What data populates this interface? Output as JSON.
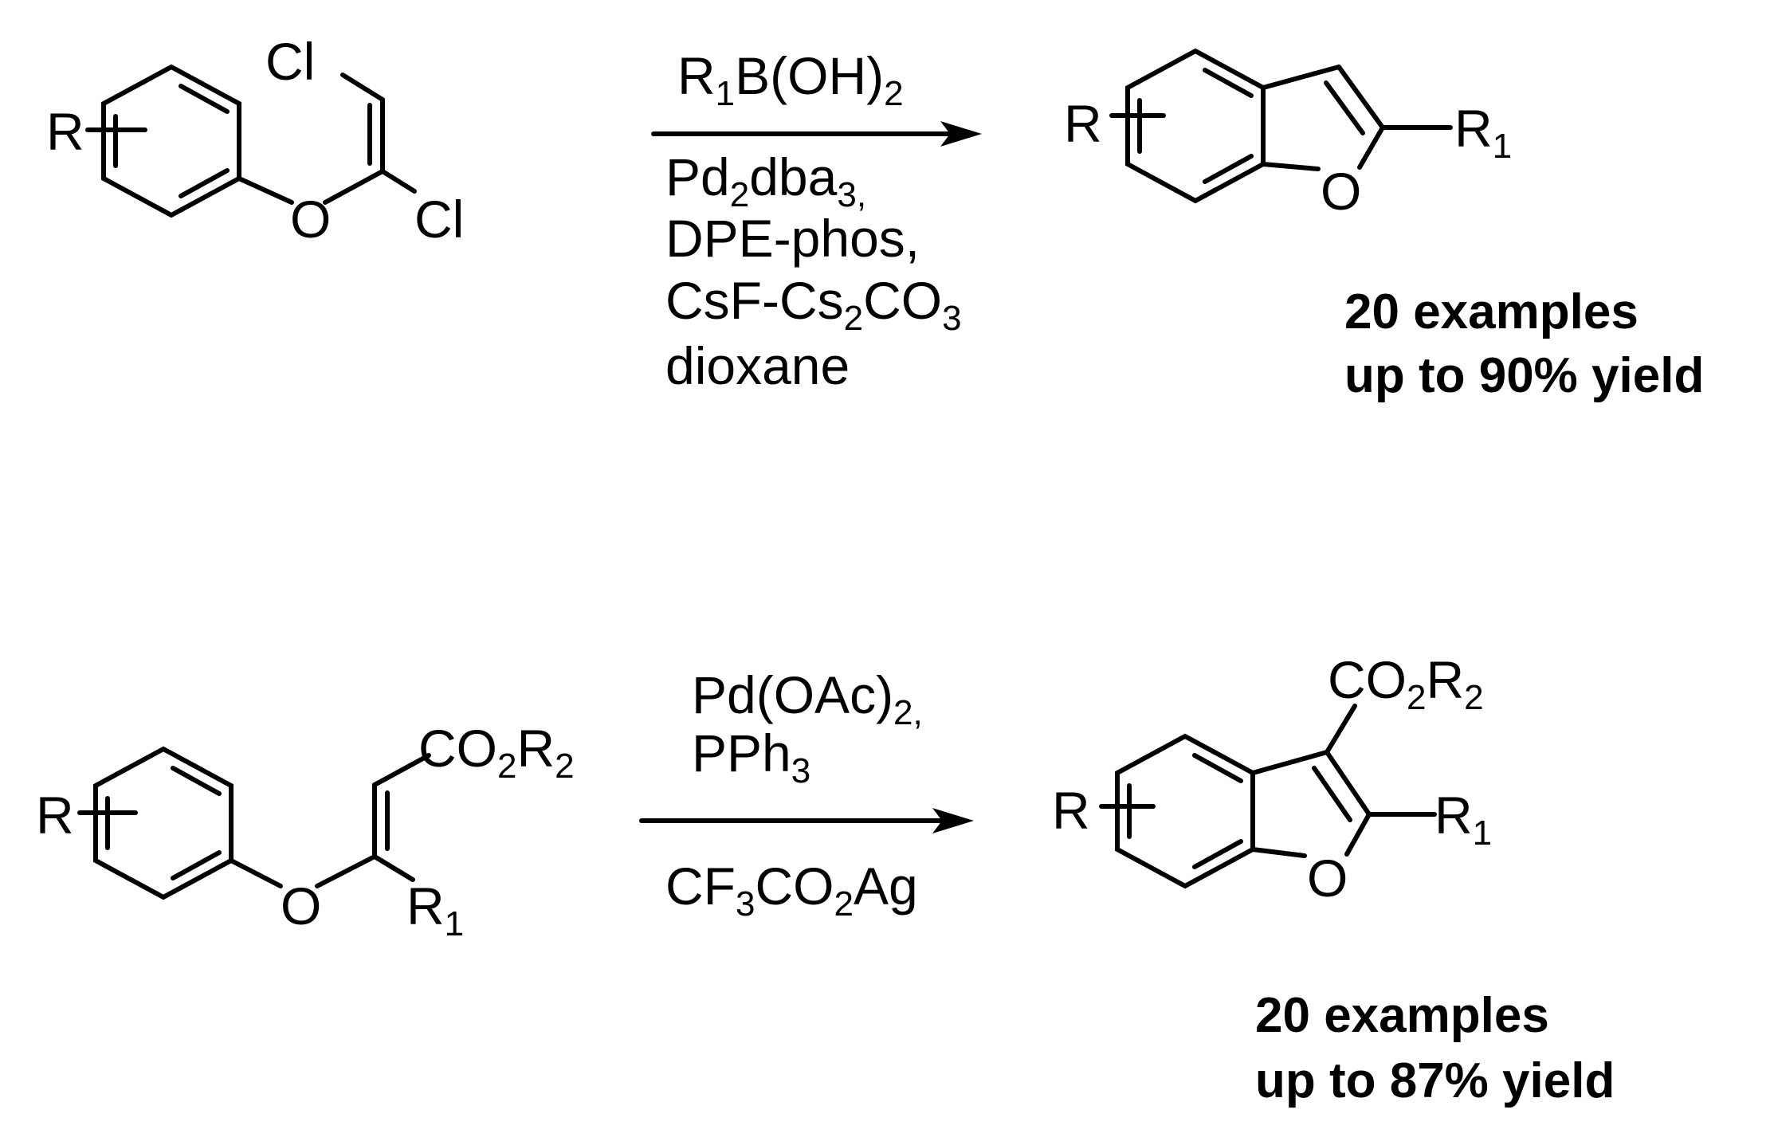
{
  "reaction_1": {
    "reactant": {
      "substituent": "R",
      "chloro_top": "Cl",
      "chloro_side": "Cl",
      "oxygen": "O"
    },
    "reagent_above": {
      "r": "R",
      "r_sub": "1",
      "main": "B(OH)",
      "main_sub": "2"
    },
    "conditions_below": [
      {
        "text": "Pd",
        "sub": "2",
        "text2": "dba",
        "sub2": "3,",
        "text3": ""
      },
      {
        "text": "DPE-phos,",
        "sub": "",
        "text2": "",
        "sub2": "",
        "text3": ""
      },
      {
        "text": "CsF-Cs",
        "sub": "2",
        "text2": "CO",
        "sub2": "3",
        "text3": ""
      },
      {
        "text": "dioxane",
        "sub": "",
        "text2": "",
        "sub2": "",
        "text3": ""
      }
    ],
    "product": {
      "substituent": "R",
      "oxygen": "O",
      "r1": "R",
      "r1_sub": "1"
    },
    "summary": {
      "line1": "20 examples",
      "line2": "up to 90% yield"
    }
  },
  "reaction_2": {
    "reactant": {
      "substituent": "R",
      "oxygen": "O",
      "ester": {
        "a": "CO",
        "a_sub": "2",
        "b": "R",
        "b_sub": "2"
      },
      "r1": "R",
      "r1_sub": "1"
    },
    "conditions_above": [
      {
        "text": "Pd(OAc)",
        "sub": "2,",
        "text2": ""
      },
      {
        "text": "PPh",
        "sub": "3",
        "text2": ""
      }
    ],
    "conditions_below": {
      "a": "CF",
      "a_sub": "3",
      "b": "CO",
      "b_sub": "2",
      "c": "Ag"
    },
    "product": {
      "substituent": "R",
      "oxygen": "O",
      "ester": {
        "a": "CO",
        "a_sub": "2",
        "b": "R",
        "b_sub": "2"
      },
      "r1": "R",
      "r1_sub": "1"
    },
    "summary": {
      "line1": "20 examples",
      "line2": "up to 87% yield"
    }
  },
  "colors": {
    "new_bond_highlight": "#ff00ff",
    "ink": "#000000"
  }
}
